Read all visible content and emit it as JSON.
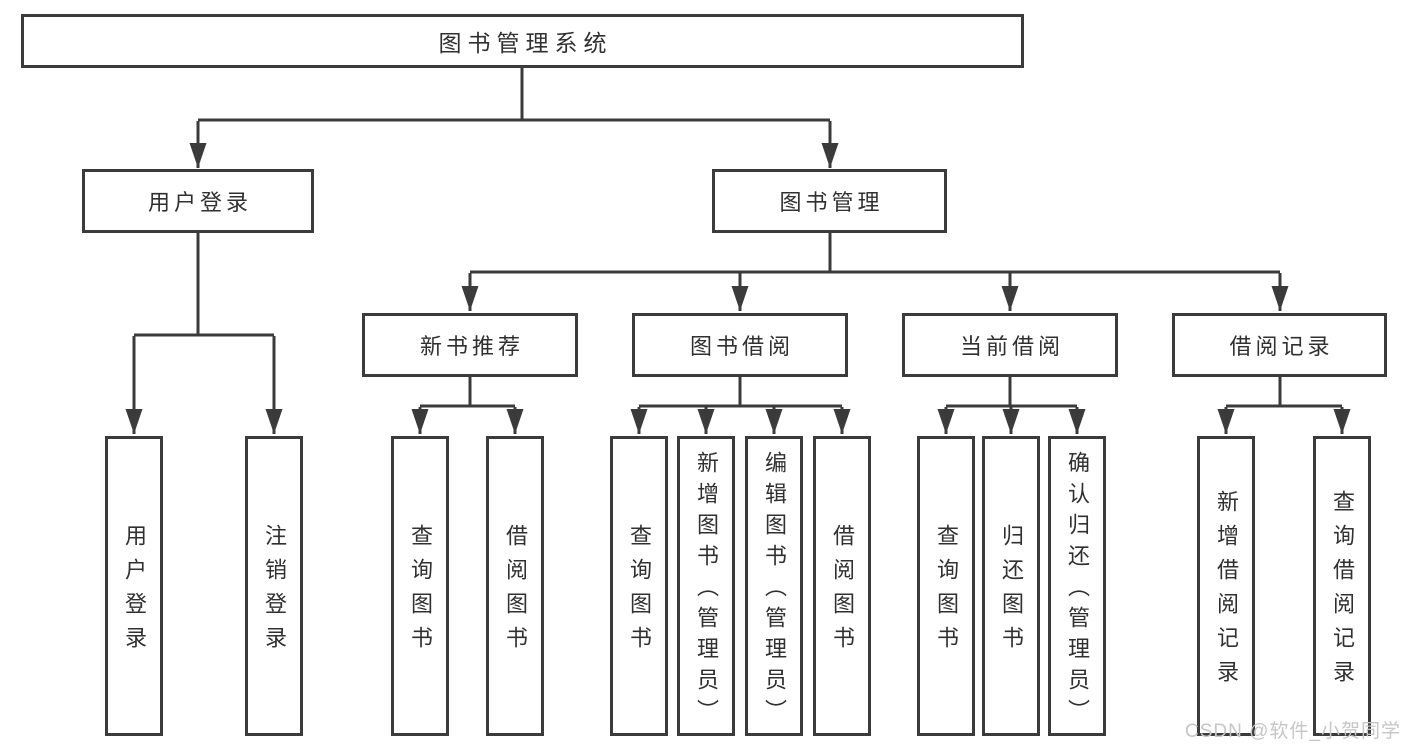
{
  "diagram": {
    "root": {
      "label": "图书管理系统"
    },
    "level2": {
      "user_login": {
        "label": "用户登录"
      },
      "book_mgmt": {
        "label": "图书管理"
      }
    },
    "level3": {
      "new_book_rec": {
        "label": "新书推荐"
      },
      "book_borrow": {
        "label": "图书借阅"
      },
      "current_borrow": {
        "label": "当前借阅"
      },
      "borrow_record": {
        "label": "借阅记录"
      }
    },
    "leaves": {
      "user_login": "用户登录",
      "logout": "注销登录",
      "rec_query_books": "查询图书",
      "rec_borrow_books": "借阅图书",
      "bor_query_books": "查询图书",
      "bor_add_books": "新增图书（管理员）",
      "bor_edit_books": "编辑图书（管理员）",
      "bor_borrow_books": "借阅图书",
      "cur_query_books": "查询图书",
      "cur_return_books": "归还图书",
      "cur_confirm_return": "确认归还（管理员）",
      "rcd_add_record": "新增借阅记录",
      "rcd_query_record": "查询借阅记录"
    },
    "watermark": "CSDN @软件_小贺同学",
    "colors": {
      "line": "#3b3b3b",
      "text": "#303030",
      "box_background": "#ffffff",
      "watermark": "#c6c6c6",
      "background": "#ffffff"
    }
  }
}
